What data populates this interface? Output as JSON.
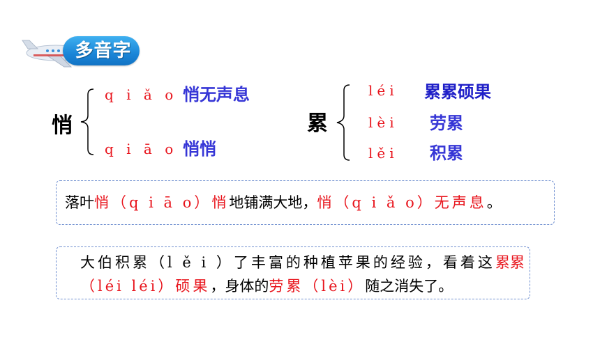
{
  "header": {
    "title": "多音字"
  },
  "groups": [
    {
      "char": "悄",
      "readings": [
        {
          "pinyin": "q i ǎ o",
          "word": "悄无声息"
        },
        {
          "pinyin": "q i ā o",
          "word": "悄悄"
        }
      ]
    },
    {
      "char": "累",
      "readings": [
        {
          "pinyin": "léi",
          "word": "累累硕果"
        },
        {
          "pinyin": "lèi",
          "word": "劳累"
        },
        {
          "pinyin": "lěi",
          "word": "积累"
        }
      ]
    }
  ],
  "sentence1": {
    "p1": "落叶",
    "p2": "悄（q i ā o）悄",
    "p3": "地铺满大地，",
    "p4": "悄（q i ǎ o）无声息",
    "p5": "。"
  },
  "sentence2": {
    "line1_a": "大伯积累（l ě i ）了丰富的种植苹果的经验，看着这",
    "line1_b": "累累",
    "line2_a": "（léi léi）硕果",
    "line2_b": "，身体的",
    "line2_c": "劳累（lèi）",
    "line2_d": "随之消失了。"
  },
  "colors": {
    "red": "#e8141c",
    "blue": "#3636d6",
    "badge": "#1a86d8",
    "border": "#6f8fd0"
  },
  "icons": [
    "airplane-icon"
  ]
}
